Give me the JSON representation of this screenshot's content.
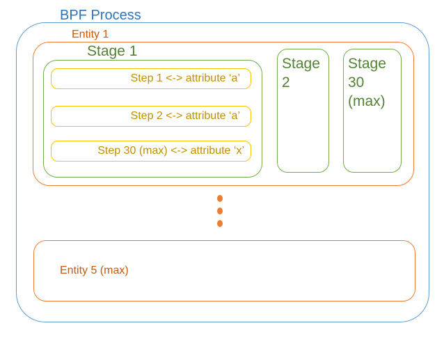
{
  "colors": {
    "process_blue_border": "#5B9BD5",
    "process_blue_text": "#2E75B6",
    "entity_orange_border": "#ED7D31",
    "entity_orange_text": "#C55A11",
    "stage_green_border": "#70AD47",
    "stage_green_text": "#538135",
    "step_gold_border": "#FFC000",
    "step_gold_text": "#BF9000",
    "ellipsis_dot": "#ED7D31"
  },
  "diagram": {
    "title": "BPF Process",
    "entity1": {
      "label": "Entity 1",
      "stage1": {
        "label": "Stage 1",
        "steps": [
          "Step 1 <-> attribute ‘a’",
          "Step 2 <-> attribute ‘a’",
          "Step 30 (max) <-> attribute ‘x’"
        ]
      },
      "other_stages": [
        "Stage 2",
        "Stage 30 (max)"
      ]
    },
    "ellipsis_dot_count": 3,
    "entity5": {
      "label": "Entity 5 (max)"
    }
  }
}
